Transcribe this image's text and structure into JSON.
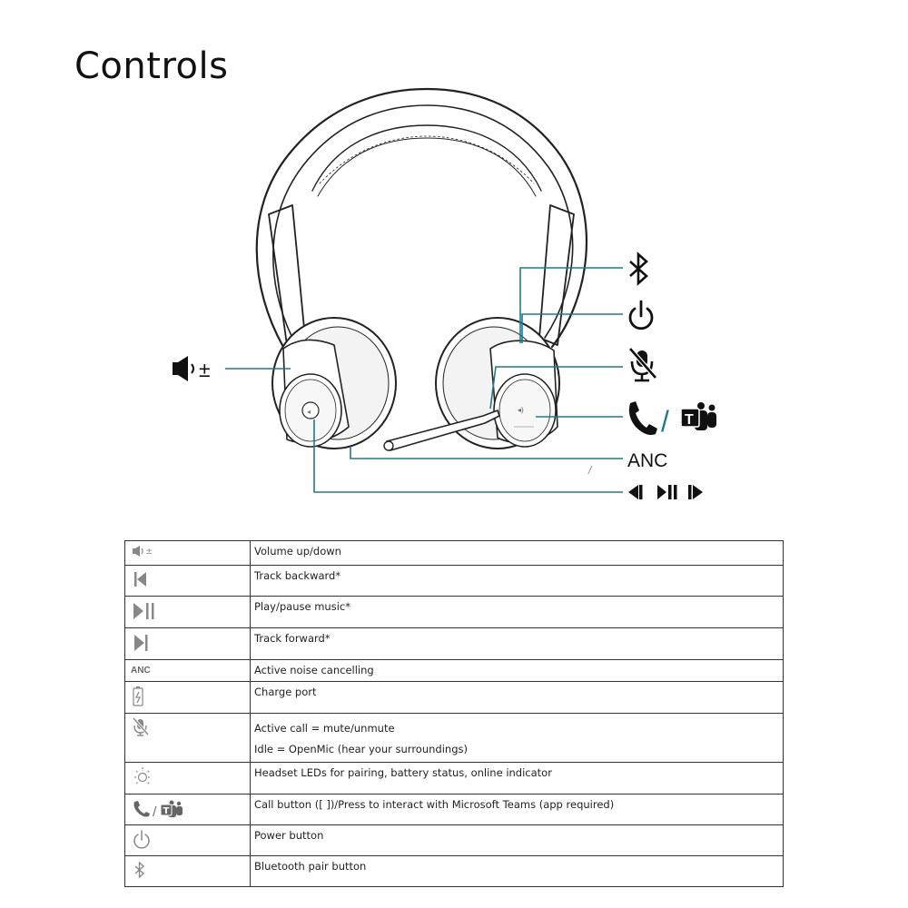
{
  "page": {
    "title": "Controls"
  },
  "diagram": {
    "callouts": {
      "volume": {
        "icon": "speaker-icon",
        "symbol": "±"
      },
      "bluetooth": {
        "icon": "bluetooth-icon"
      },
      "power": {
        "icon": "power-icon"
      },
      "mute": {
        "icon": "mic-mute-icon"
      },
      "call": {
        "icons": [
          "phone-icon",
          "teams-icon"
        ],
        "separator": "/"
      },
      "anc": {
        "label": "ANC"
      },
      "track": {
        "icons": [
          "track-back-icon",
          "play-pause-icon",
          "track-forward-icon"
        ]
      }
    }
  },
  "table": {
    "rows": [
      {
        "icon": "volume-icon",
        "lines": [
          "Volume up/down"
        ]
      },
      {
        "icon": "track-back-icon",
        "lines": [
          "Track backward*"
        ]
      },
      {
        "icon": "play-pause-icon",
        "lines": [
          "Play/pause music*"
        ]
      },
      {
        "icon": "track-forward-icon",
        "lines": [
          "Track forward*"
        ]
      },
      {
        "icon": "anc-label",
        "icon_text": "ANC",
        "lines": [
          "Active noise cancelling"
        ]
      },
      {
        "icon": "charge-port-icon",
        "lines": [
          "Charge port"
        ]
      },
      {
        "icon": "mic-mute-icon",
        "lines": [
          "Active call = mute/unmute",
          "Idle = OpenMic (hear your surroundings)"
        ]
      },
      {
        "icon": "led-icon",
        "lines": [
          "Headset LEDs for pairing, battery status, online indicator"
        ]
      },
      {
        "icon": "call-teams-icon",
        "lines": [
          "Call button ([ ])/Press to interact with Microsoft Teams (app required)"
        ]
      },
      {
        "icon": "power-icon",
        "lines": [
          "Power button"
        ]
      },
      {
        "icon": "bluetooth-icon",
        "lines": [
          "Bluetooth pair button"
        ]
      }
    ],
    "colors": {
      "border": "#333333",
      "icon": "#777777",
      "text": "#222222"
    }
  },
  "colors": {
    "callout_line": "#1f7a8c",
    "ink": "#111111"
  }
}
